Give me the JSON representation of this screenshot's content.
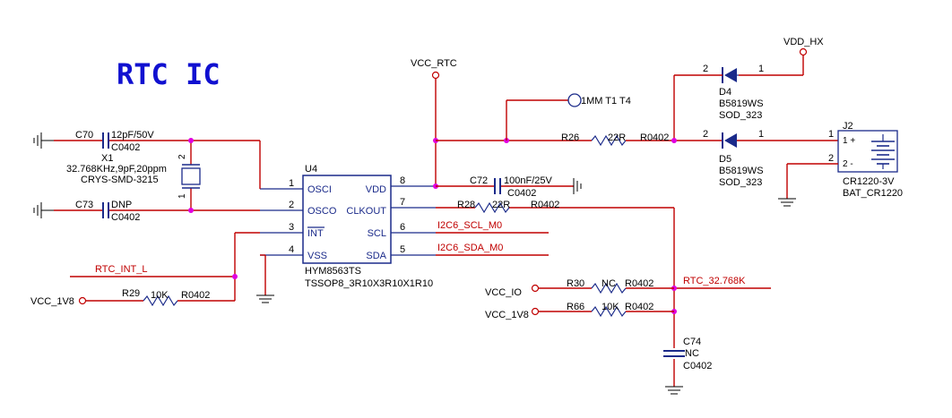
{
  "title": "RTC IC",
  "ic": {
    "ref": "U4",
    "part": "HYM8563TS",
    "package": "TSSOP8_3R10X3R10X1R10",
    "pins_left": [
      {
        "num": "1",
        "name": "OSCI"
      },
      {
        "num": "2",
        "name": "OSCO"
      },
      {
        "num": "3",
        "name": "INT"
      },
      {
        "num": "4",
        "name": "VSS"
      }
    ],
    "pins_right": [
      {
        "num": "8",
        "name": "VDD"
      },
      {
        "num": "7",
        "name": "CLKOUT"
      },
      {
        "num": "6",
        "name": "SCL"
      },
      {
        "num": "5",
        "name": "SDA"
      }
    ]
  },
  "nets": {
    "vcc_rtc": "VCC_RTC",
    "vdd_hx": "VDD_HX",
    "test_point": "1MM T1 T4",
    "scl": "I2C6_SCL_M0",
    "sda": "I2C6_SDA_M0",
    "rtc_int": "RTC_INT_L",
    "vcc_1v8_a": "VCC_1V8",
    "vcc_io": "VCC_IO",
    "vcc_1v8_b": "VCC_1V8",
    "rtc_clk": "RTC_32.768K"
  },
  "components": {
    "c70": {
      "ref": "C70",
      "value": "12pF/50V",
      "pkg": "C0402"
    },
    "x1": {
      "ref": "X1",
      "value": "32.768KHz,9pF,20ppm",
      "pkg": "CRYS-SMD-3215",
      "pin1": "1",
      "pin2": "2"
    },
    "c73": {
      "ref": "C73",
      "value": "DNP",
      "pkg": "C0402"
    },
    "c72": {
      "ref": "C72",
      "value": "100nF/25V",
      "pkg": "C0402"
    },
    "r26": {
      "ref": "R26",
      "value": "22R",
      "pkg": "R0402"
    },
    "r28": {
      "ref": "R28",
      "value": "22R",
      "pkg": "R0402"
    },
    "r29": {
      "ref": "R29",
      "value": "10K",
      "pkg": "R0402"
    },
    "r30": {
      "ref": "R30",
      "value": "NC",
      "pkg": "R0402"
    },
    "r66": {
      "ref": "R66",
      "value": "10K",
      "pkg": "R0402"
    },
    "c74": {
      "ref": "C74",
      "value": "NC",
      "pkg": "C0402"
    },
    "d4": {
      "ref": "D4",
      "part": "B5819WS",
      "pkg": "SOD_323",
      "pin_a": "2",
      "pin_k": "1"
    },
    "d5": {
      "ref": "D5",
      "part": "B5819WS",
      "pkg": "SOD_323",
      "pin_a": "2",
      "pin_k": "1"
    },
    "j2": {
      "ref": "J2",
      "part": "CR1220-3V",
      "pkg": "BAT_CR1220",
      "pin1": "1",
      "pin2": "2",
      "plus": "1 +",
      "minus": "2 -"
    }
  }
}
